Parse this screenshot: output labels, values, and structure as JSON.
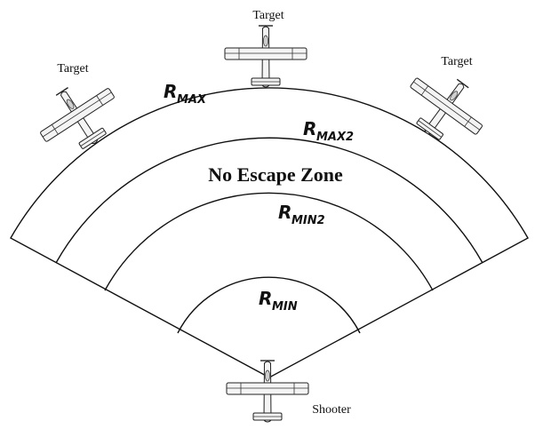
{
  "diagram": {
    "target_label": "Target",
    "shooter_label": "Shooter",
    "zone_label": "No Escape Zone",
    "ranges": {
      "rmax": {
        "main": "R",
        "sub": "MAX"
      },
      "rmax2": {
        "main": "R",
        "sub": "MAX2"
      },
      "rmin2": {
        "main": "R",
        "sub": "MIN2"
      },
      "rmin": {
        "main": "R",
        "sub": "MIN"
      }
    }
  }
}
